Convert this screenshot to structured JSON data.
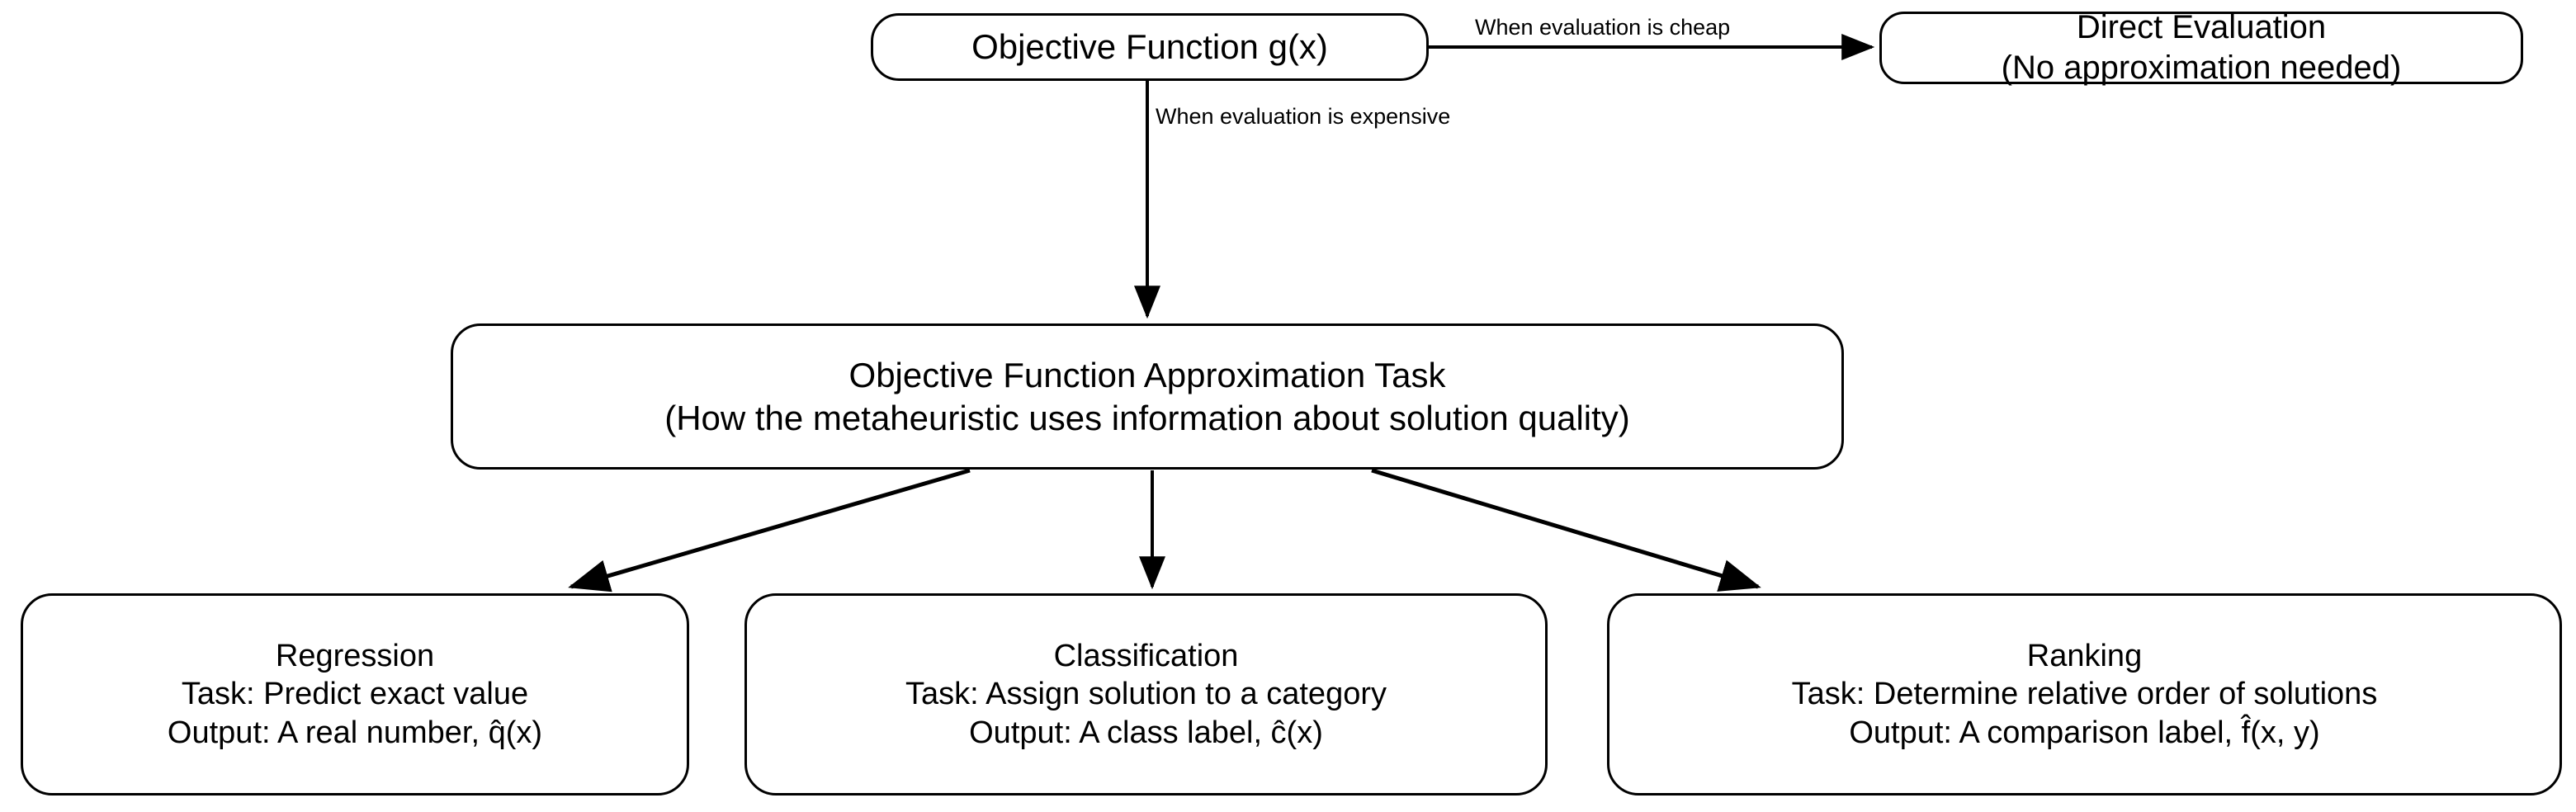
{
  "diagram": {
    "title": "Objective Function Approximation Task flowchart",
    "ink_color": "#000000",
    "background_color": "#ffffff"
  },
  "nodes": {
    "objective": {
      "lines": [
        "Objective Function g(x)"
      ]
    },
    "direct_evaluation": {
      "lines": [
        "Direct Evaluation",
        "(No approximation needed)"
      ]
    },
    "approximation_task": {
      "lines": [
        "Objective Function Approximation Task",
        "(How the metaheuristic uses information about solution quality)"
      ]
    },
    "regression": {
      "lines": [
        "Regression",
        "Task: Predict exact value",
        "Output: A real number, q̂(x)"
      ]
    },
    "classification": {
      "lines": [
        "Classification",
        "Task: Assign solution to a category",
        "Output: A class label, ĉ(x)"
      ]
    },
    "ranking": {
      "lines": [
        "Ranking",
        "Task: Determine relative order of solutions",
        "Output: A comparison label, f̂(x, y)"
      ]
    }
  },
  "edges": {
    "cheap": {
      "label": "When evaluation is cheap"
    },
    "expensive": {
      "label": "When evaluation is expensive"
    },
    "to_regression": {
      "label": ""
    },
    "to_classification": {
      "label": ""
    },
    "to_ranking": {
      "label": ""
    }
  }
}
